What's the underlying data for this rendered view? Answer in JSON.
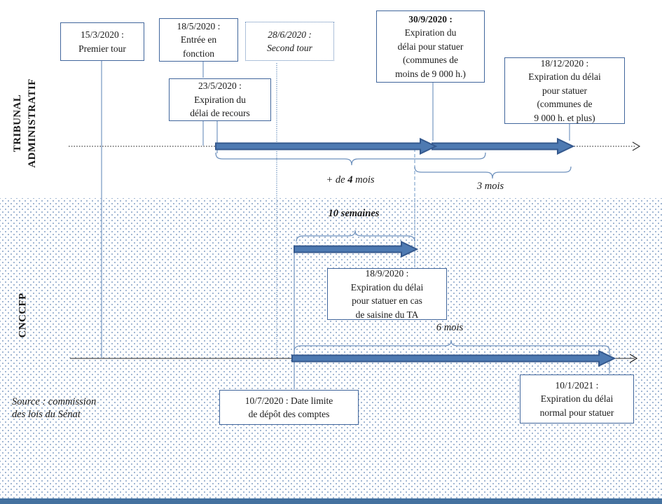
{
  "sections": {
    "tribunal_administratif": {
      "line1": "TRIBUNAL",
      "line2": "ADMINISTRATIF"
    },
    "cnccfp": {
      "label": "CNCCFP"
    }
  },
  "timeline_boxes": {
    "premier_tour": {
      "line1": "15/3/2020 :",
      "line2": "Premier tour"
    },
    "entree_fonction": {
      "line1": "18/5/2020 :",
      "line2": "Entrée en",
      "line3": "fonction"
    },
    "second_tour": {
      "line1": "28/6/2020 :",
      "line2": "Second tour"
    },
    "expiration_recours": {
      "line1": "23/5/2020 :",
      "line2": "Expiration du",
      "line3": "délai de recours"
    },
    "statuer_moins_9000": {
      "line1": "30/9/2020 :",
      "line2": "Expiration du",
      "line3": "délai pour statuer",
      "line4": "(communes de",
      "line5": "moins de 9 000 h.)"
    },
    "statuer_9000_plus": {
      "line1": "18/12/2020 :",
      "line2": "Expiration du délai",
      "line3": "pour statuer",
      "line4": "(communes de",
      "line5": "9 000 h. et plus)"
    },
    "saisine_ta": {
      "line1": "18/9/2020 :",
      "line2": "Expiration du délai",
      "line3": "pour statuer en cas",
      "line4": "de saisine du TA"
    },
    "depot_comptes": {
      "line1": "10/7/2020 : Date limite",
      "line2": "de dépôt des comptes"
    },
    "statuer_normal": {
      "line1": "10/1/2021 :",
      "line2": "Expiration du délai",
      "line3": "normal pour statuer"
    }
  },
  "durations": {
    "plus_de_4_mois": {
      "prefix": "+ de ",
      "bold": "4",
      "suffix": " mois"
    },
    "trois_mois": "3 mois",
    "dix_semaines": "10 semaines",
    "six_mois": "6 mois"
  },
  "source": {
    "line1": "Source : commission",
    "line2": "des lois  du Sénat"
  },
  "colors": {
    "arrow_fill": "#4e7ab2",
    "arrow_stroke": "#35598e",
    "box_border": "#41669c",
    "connector": "#7f9fc6",
    "brace": "#6e91bd",
    "axis": "#333333",
    "stipple_dot": "#8aa5c8",
    "bottom_bar": "#44719f"
  }
}
